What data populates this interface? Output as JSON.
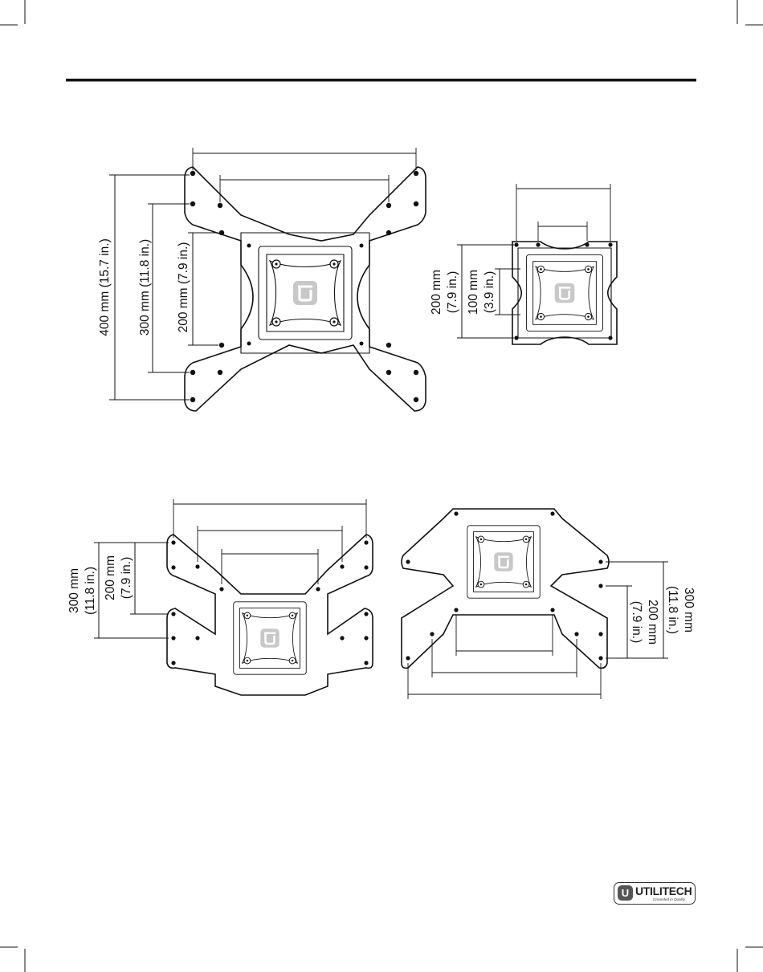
{
  "labels": {
    "d1_400": "400 mm (15.7 in.)",
    "d1_300": "300 mm (11.8 in.)",
    "d1_200": "200 mm (7.9 in.)",
    "d2_200_a": "200 mm",
    "d2_200_b": "(7.9 in.)",
    "d2_100_a": "100 mm",
    "d2_100_b": "(3.9 in.)",
    "d3_300_a": "300 mm",
    "d3_300_b": "(11.8 in.)",
    "d3_200_a": "200 mm",
    "d3_200_b": "(7.9 in.)",
    "d4_300_a": "300 mm",
    "d4_300_b": "(11.8 in.)",
    "d4_200_a": "200 mm",
    "d4_200_b": "(7.9 in.)"
  },
  "plate_logo": "U",
  "brand": {
    "mark": "U",
    "name": "UTILITECH",
    "tagline": "Grounded in Quality"
  },
  "colors": {
    "ink": "#111111",
    "logo_fill": "#c8c8c8"
  }
}
